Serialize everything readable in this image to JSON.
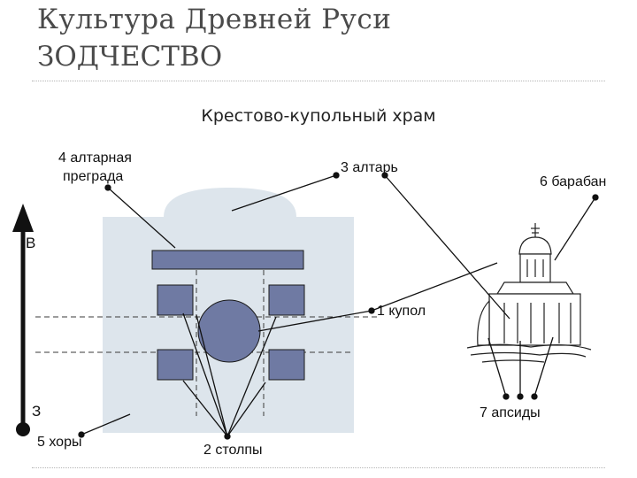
{
  "header": {
    "title": "Культура Древней Руси",
    "section": "ЗОДЧЕСТВО"
  },
  "diagram": {
    "title": "Крестово-купольный храм",
    "compass": {
      "east": "В",
      "west": "З"
    },
    "labels": {
      "altar_barrier_1": "4 алтарная",
      "altar_barrier_2": "преграда",
      "altar": "3 алтарь",
      "drum": "6 барабан",
      "dome": "1 купол",
      "apses": "7 апсиды",
      "choirs": "5 хоры",
      "pillars": "2 столпы"
    }
  },
  "colors": {
    "plan_fill": "#dde5ec",
    "element_fill": "#6f7aa3",
    "outline": "#1a1a1a"
  }
}
